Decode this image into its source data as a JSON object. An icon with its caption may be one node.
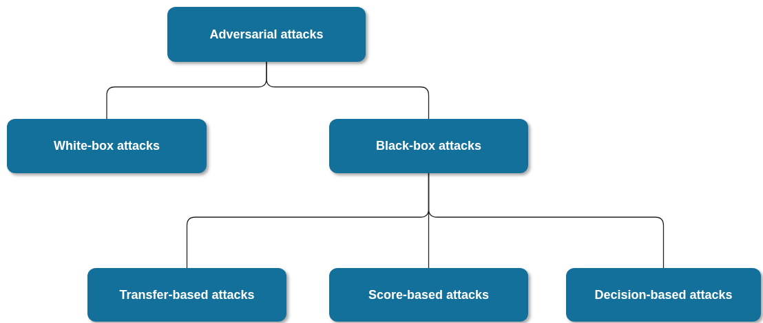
{
  "diagram": {
    "nodes": [
      {
        "text": [
          "Adversarial attacks"
        ]
      },
      {
        "text": [
          "White-box attacks"
        ]
      },
      {
        "text": [
          "Black-box attacks"
        ]
      },
      {
        "text": [
          "Transfer-based attacks"
        ]
      },
      {
        "text": [
          "Score-based attacks"
        ]
      },
      {
        "text": [
          "Decision-based attacks"
        ]
      }
    ],
    "edges": [
      {
        "from": 0,
        "to": 1,
        "arrow": "none"
      },
      {
        "from": 0,
        "to": 2,
        "arrow": "none"
      },
      {
        "from": 2,
        "to": 3,
        "arrow": "none"
      },
      {
        "from": 2,
        "to": 4,
        "arrow": "none"
      },
      {
        "from": 2,
        "to": 5,
        "arrow": "none"
      }
    ]
  }
}
